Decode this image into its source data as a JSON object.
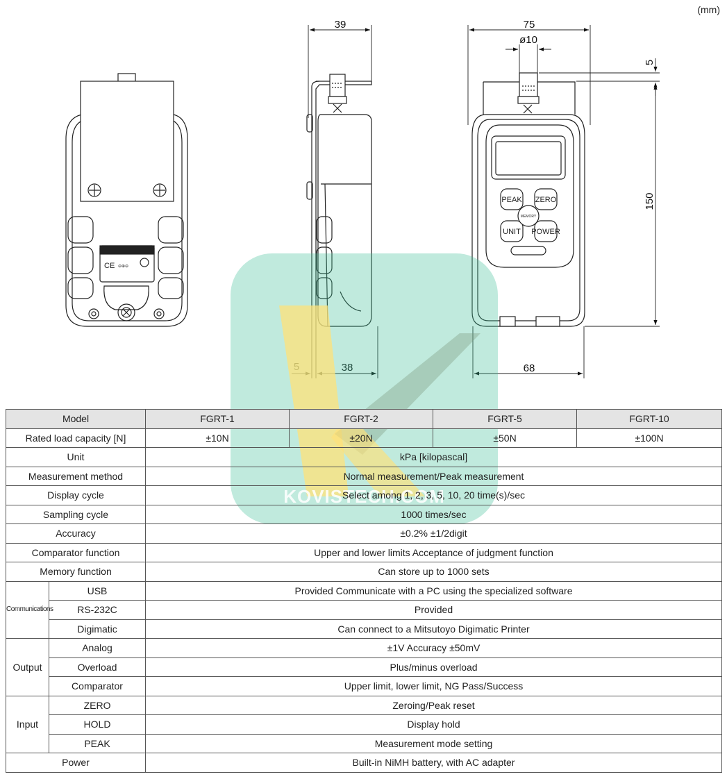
{
  "unit_note": "(mm)",
  "dimensions": {
    "side_depth": "39",
    "front_width": "75",
    "connector_diameter": "ø10",
    "connector_height": "5",
    "body_height": "150",
    "side_offset": "5",
    "side_body": "38",
    "bottom_width": "68"
  },
  "device_labels": {
    "peak": "PEAK",
    "zero": "ZERO",
    "memory": "MEMORY",
    "unit": "UNIT",
    "power": "POWER"
  },
  "watermark": {
    "text": "KOVISTECH.COM"
  },
  "table": {
    "model_label": "Model",
    "models": [
      "FGRT-1",
      "FGRT-2",
      "FGRT-5",
      "FGRT-10"
    ],
    "capacity_label": "Rated load capacity [N]",
    "capacities": [
      "±10N",
      "±20N",
      "±50N",
      "±100N"
    ],
    "rows": {
      "unit": {
        "label": "Unit",
        "value": "kPa [kilopascal]"
      },
      "method": {
        "label": "Measurement method",
        "value": "Normal measurement/Peak measurement"
      },
      "display": {
        "label": "Display cycle",
        "value": "Select among 1, 2, 3, 5, 10, 20 time(s)/sec"
      },
      "sampling": {
        "label": "Sampling cycle",
        "value": "1000 times/sec"
      },
      "accuracy": {
        "label": "Accuracy",
        "value": "±0.2% ±1/2digit"
      },
      "comparator": {
        "label": "Comparator function",
        "value": "Upper and lower limits   Acceptance of judgment function"
      },
      "memory": {
        "label": "Memory function",
        "value": "Can store up to 1000 sets"
      }
    },
    "communications": {
      "label": "Communications",
      "usb": {
        "label": "USB",
        "value": "Provided   Communicate with a PC using the specialized software"
      },
      "rs232c": {
        "label": "RS-232C",
        "value": "Provided"
      },
      "digimatic": {
        "label": "Digimatic",
        "value": "Can connect to a Mitsutoyo Digimatic Printer"
      }
    },
    "output": {
      "label": "Output",
      "analog": {
        "label": "Analog",
        "value": "±1V  Accuracy ±50mV"
      },
      "overload": {
        "label": "Overload",
        "value": "Plus/minus overload"
      },
      "comparator": {
        "label": "Comparator",
        "value": "Upper limit, lower limit, NG Pass/Success"
      }
    },
    "input": {
      "label": "Input",
      "zero": {
        "label": "ZERO",
        "value": "Zeroing/Peak reset"
      },
      "hold": {
        "label": "HOLD",
        "value": "Display hold"
      },
      "peak": {
        "label": "PEAK",
        "value": "Measurement mode setting"
      }
    },
    "power": {
      "label": "Power",
      "value": "Built-in NiMH battery, with AC adapter"
    }
  }
}
